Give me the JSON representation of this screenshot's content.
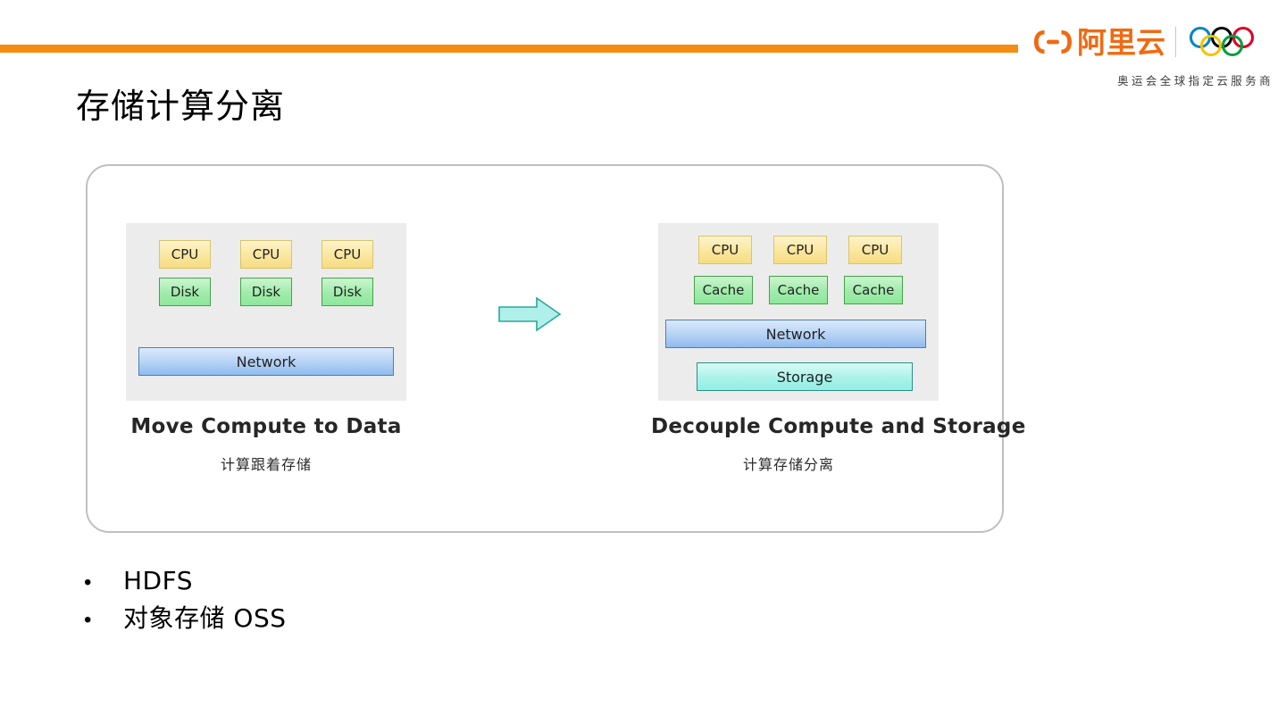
{
  "header": {
    "rule_color": "#f68c12",
    "brand_name": "阿里云",
    "brand_color": "#f06a11",
    "tagline": "奥运会全球指定云服务商",
    "logo_icon": "alibaba-cloud-logo-icon",
    "rings_icon": "olympic-rings-icon",
    "ring_colors": [
      "#0085c7",
      "#000000",
      "#df0024",
      "#f4c300",
      "#009f3d"
    ]
  },
  "slide": {
    "title": "存储计算分离"
  },
  "diagrams": {
    "left": {
      "caption_en": "Move Compute to Data",
      "caption_cn": "计算跟着存储",
      "cpus": [
        "CPU",
        "CPU",
        "CPU"
      ],
      "disks": [
        "Disk",
        "Disk",
        "Disk"
      ],
      "network": "Network"
    },
    "right": {
      "caption_en": "Decouple Compute and Storage",
      "caption_cn": "计算存储分离",
      "cpus": [
        "CPU",
        "CPU",
        "CPU"
      ],
      "caches": [
        "Cache",
        "Cache",
        "Cache"
      ],
      "network": "Network",
      "storage": "Storage"
    },
    "arrow": {
      "icon": "right-arrow-icon",
      "fill": "#aff0ea",
      "stroke": "#2aa79b"
    },
    "colors": {
      "stage_background": "#ececec",
      "cpu_fill": "#fbe9a4",
      "disk_fill": "#9fecaa",
      "cache_fill": "#9fecaa",
      "network_fill": "#b4d2f4",
      "storage_fill": "#aaf2ea",
      "frame_border": "#bfbfbf"
    }
  },
  "bullets": {
    "marker": "•",
    "items": [
      "HDFS",
      "对象存储 OSS"
    ]
  }
}
